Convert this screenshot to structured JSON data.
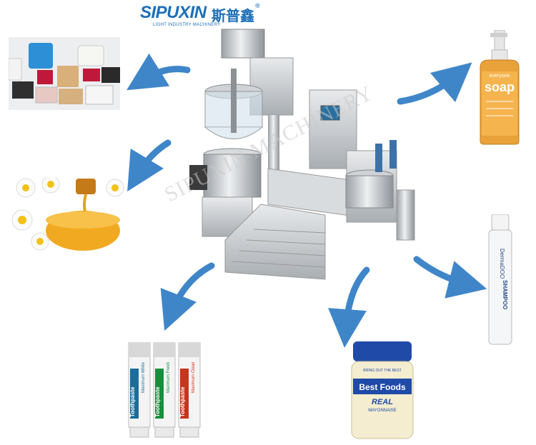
{
  "logo": {
    "brand": "SIPUXIN",
    "chinese": "斯普鑫",
    "registered": "®",
    "subtitle": "LIGHT INDUSTRY MACHINERY"
  },
  "watermark": "SIPUXIN MACHINERY",
  "products": {
    "soap": {
      "brand": "everyone",
      "name": "soap"
    },
    "shampoo": {
      "brand": "DermaDOO",
      "label": "SHAMPOO"
    },
    "mayonnaise": {
      "slogan": "BRING OUT THE BEST",
      "brand": "Best Foods",
      "type": "REAL",
      "sub": "MAYONNAISE"
    },
    "toothpaste": {
      "label": "Toothpaste",
      "variants": [
        "Maximum White",
        "Maximum Fresh",
        "Maximum Clean"
      ]
    }
  },
  "colors": {
    "arrow": "#3f86c9",
    "brand": "#1d6fb8"
  }
}
